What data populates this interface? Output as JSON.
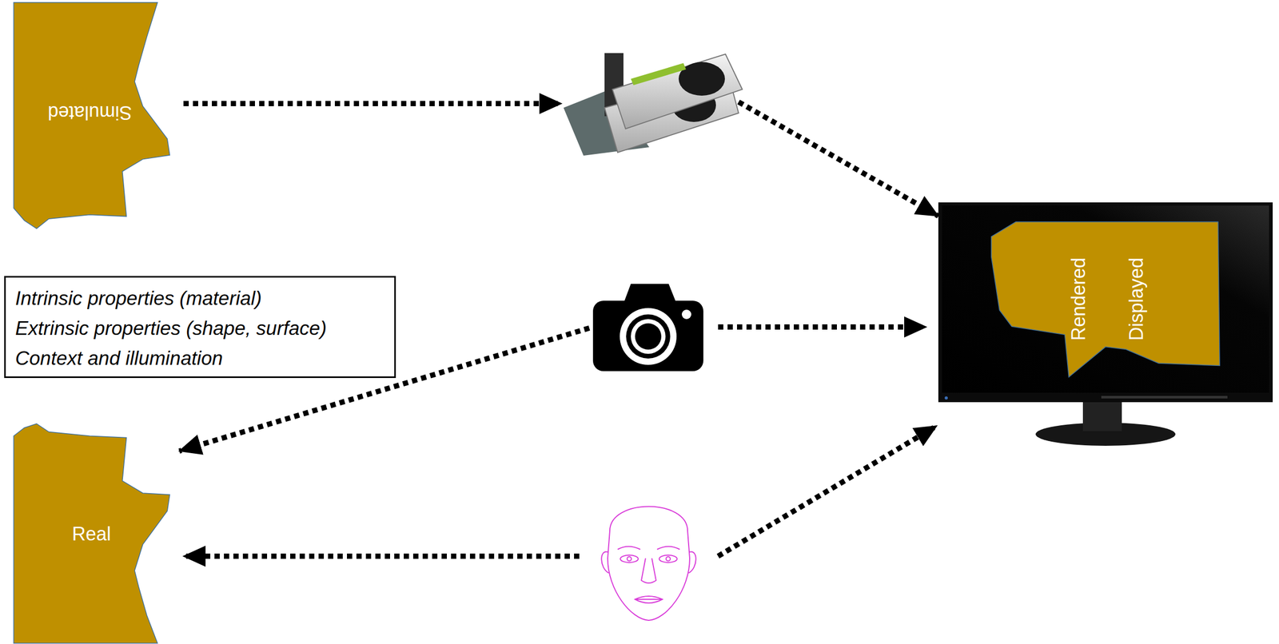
{
  "diagram": {
    "nodes": [
      {
        "text": [
          "Simulated"
        ]
      },
      {
        "text": [
          "Rendered",
          "Displayed"
        ]
      },
      {
        "text": [
          "Intrinsic properties (material)",
          "Extrinsic properties (shape, surface)",
          "Context and illumination"
        ]
      },
      {
        "text": [
          "Real"
        ]
      }
    ]
  }
}
